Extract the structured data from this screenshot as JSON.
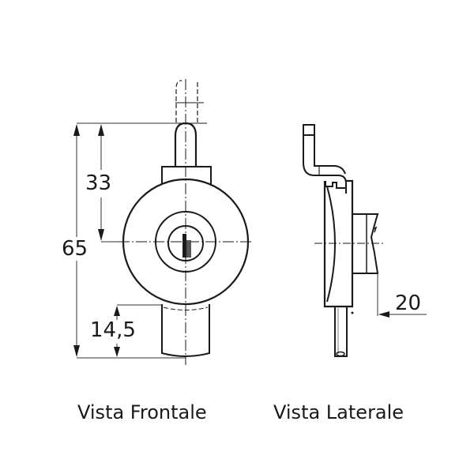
{
  "views": {
    "front": {
      "caption": "Vista Frontale",
      "dimensions": {
        "overall_height": "65",
        "top_to_center": "33",
        "bottom_tab": "14,5"
      }
    },
    "side": {
      "caption": "Vista Laterale",
      "dimensions": {
        "depth": "20"
      }
    }
  },
  "colors": {
    "line": "#1a1a1a",
    "thin_line": "#333333",
    "key_slot": "#555555",
    "background": "#ffffff"
  }
}
